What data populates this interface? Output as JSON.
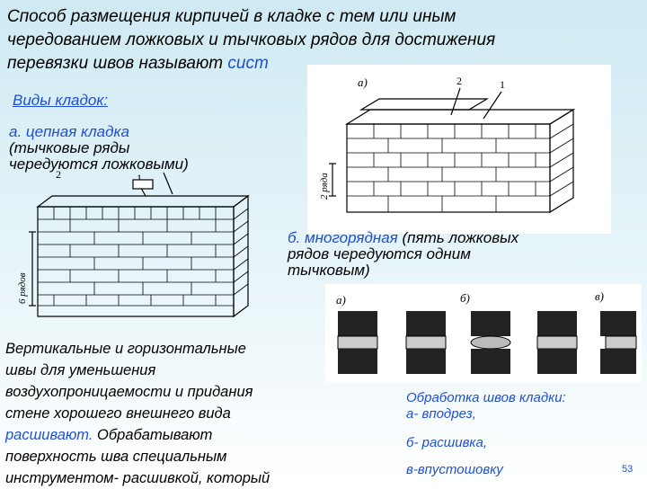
{
  "header": {
    "line1": "Способ размещения кирпичей в кладке с тем или иным",
    "line2": "чередованием ложковых и тычковых рядов для достижения",
    "line3_black": "перевязки швов называют ",
    "line3_blue": "сист"
  },
  "types": {
    "title": "Виды кладок:",
    "chain_title": "а. цепная кладка",
    "chain_desc1": "(тычковые ряды",
    "chain_desc2": "чередуются ложковыми)",
    "multi_line1_blue": "б. многорядная",
    "multi_line1_black": " (пять ложковых",
    "multi_line2": "рядов чередуются одним",
    "multi_line3": "тычковым)"
  },
  "figures": {
    "top_right_label": "а)",
    "top_right_num2": "2",
    "top_right_num1": "1",
    "top_right_side": "2 ряда",
    "left_num1": "1",
    "left_num2": "2",
    "left_side": "6 рядов",
    "joint_a": "а)",
    "joint_b": "б)",
    "joint_c": "в)"
  },
  "joints_caption": {
    "line1": "Обработка швов кладки:",
    "line2": "а- вподрез,",
    "line3": "б- расшивка,",
    "line4": "в-впустошовку"
  },
  "body_text": {
    "l1": "Вертикальные и горизонтальные",
    "l2": "швы для уменьшения",
    "l3": "воздухопроницаемости и придания",
    "l4": "стене хорошего внешнего вида",
    "l5_blue": "расшивают.",
    "l5_black": " Обрабатывают",
    "l6": "поверхность шва специальным",
    "l7": "инструментом- расшивкой, который"
  },
  "page_number": "53",
  "colors": {
    "accent_text": "#1f4fd1",
    "background_top": "#cfeaf3",
    "page_number": "#1f4fd1"
  }
}
